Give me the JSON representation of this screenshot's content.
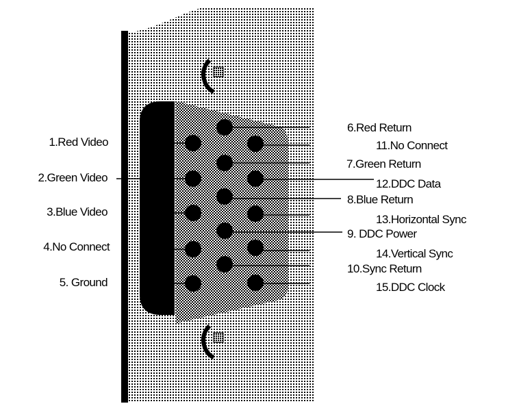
{
  "diagram": {
    "left_pins": [
      {
        "pin": 1,
        "label": "1.Red Video"
      },
      {
        "pin": 2,
        "label": "2.Green Video"
      },
      {
        "pin": 3,
        "label": "3.Blue Video"
      },
      {
        "pin": 4,
        "label": "4.No Connect"
      },
      {
        "pin": 5,
        "label": "5. Ground"
      }
    ],
    "right_pins": [
      {
        "pin": 6,
        "label": "6.Red Return"
      },
      {
        "pin": 11,
        "label": "11.No Connect"
      },
      {
        "pin": 7,
        "label": "7.Green Return"
      },
      {
        "pin": 12,
        "label": "12.DDC Data"
      },
      {
        "pin": 8,
        "label": "8.Blue Return"
      },
      {
        "pin": 13,
        "label": "13.Horizontal Sync"
      },
      {
        "pin": 9,
        "label": "9. DDC Power"
      },
      {
        "pin": 14,
        "label": "14.Vertical Sync"
      },
      {
        "pin": 10,
        "label": "10.Sync Return"
      },
      {
        "pin": 15,
        "label": "15.DDC Clock"
      }
    ],
    "colors": {
      "ink": "#000000",
      "background": "#ffffff"
    }
  }
}
